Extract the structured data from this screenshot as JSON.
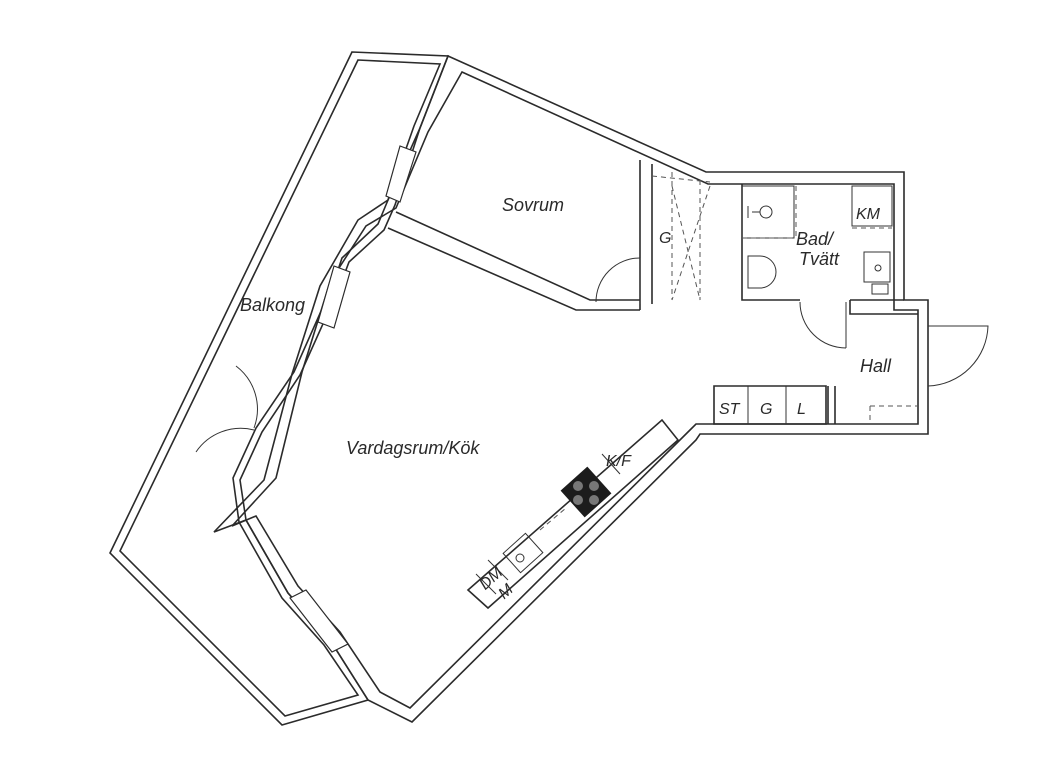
{
  "rooms": {
    "balkong": "Balkong",
    "sovrum": "Sovrum",
    "garderob": "G",
    "bad_line1": "Bad/",
    "bad_line2": "Tvätt",
    "km": "KM",
    "hall": "Hall",
    "vardagsrum": "Vardagsrum/Kök",
    "st": "ST",
    "g_cabinet": "G",
    "l_cabinet": "L",
    "kf": "K/F",
    "dm": "DM",
    "m": "M"
  },
  "colors": {
    "wall": "#2b2b2b",
    "background": "#ffffff",
    "stove": "#1c1c1c"
  }
}
